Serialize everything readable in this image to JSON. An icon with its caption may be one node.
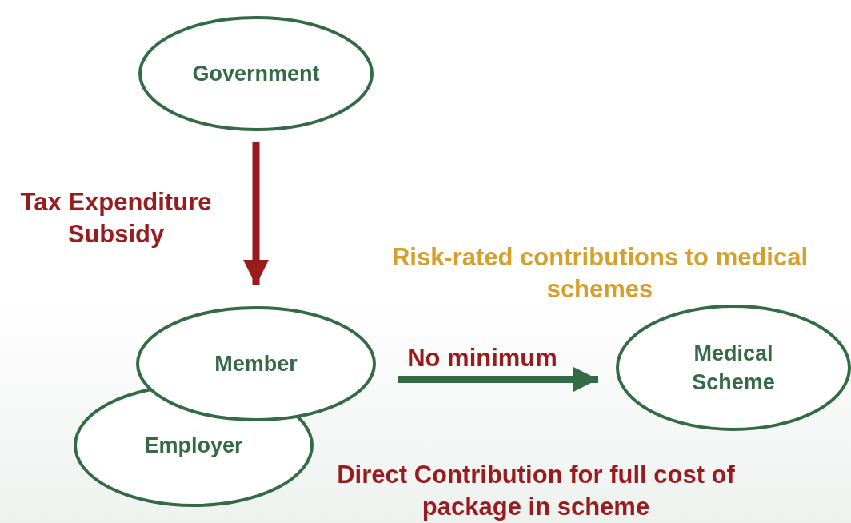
{
  "diagram": {
    "nodes": [
      {
        "text": [
          "Government"
        ]
      },
      {
        "text": [
          "Member"
        ]
      },
      {
        "text": [
          "Employer"
        ]
      },
      {
        "text": [
          "Medical Scheme"
        ]
      }
    ],
    "edges": [
      {
        "from": 0,
        "to": 1,
        "arrow": "to",
        "label": "Tax Expenditure Subsidy",
        "color": "#981b1e"
      },
      {
        "from": 1,
        "to": 3,
        "arrow": "to",
        "label": "No minimum",
        "color": "#356a46"
      }
    ],
    "labels": [
      "Risk-rated contributions to medical schemes",
      "Direct Contribution for full cost of package in scheme"
    ]
  }
}
